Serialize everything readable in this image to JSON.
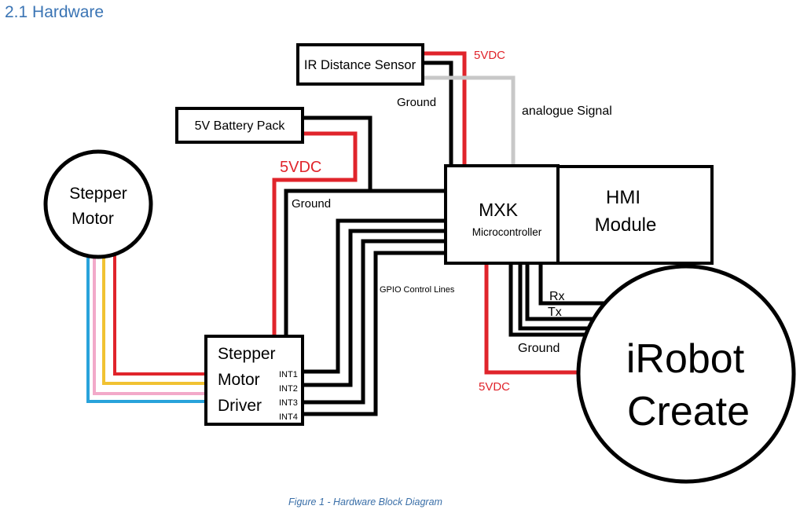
{
  "heading": "2.1 Hardware",
  "caption": "Figure 1 - Hardware Block Diagram",
  "diagram": {
    "ir_sensor": "IR Distance Sensor",
    "battery": "5V Battery Pack",
    "stepper_motor": [
      "Stepper",
      "Motor"
    ],
    "driver": [
      "Stepper",
      "Motor",
      "Driver"
    ],
    "driver_pins": [
      "INT1",
      "INT2",
      "INT3",
      "INT4"
    ],
    "mxk": "MXK",
    "mxk_sub": "Microcontroller",
    "hmi": [
      "HMI",
      "Module"
    ],
    "irobot": [
      "iRobot",
      "Create"
    ],
    "labels": {
      "vdc_top": "5VDC",
      "ground_top": "Ground",
      "analogue": "analogue Signal",
      "vdc_battery": "5VDC",
      "ground_driver": "Ground",
      "gpio": "GPIO Control Lines",
      "rx": "Rx",
      "tx": "Tx",
      "ground_robot": "Ground",
      "vdc_robot": "5VDC"
    },
    "colors": {
      "power": "#e0242b",
      "ground": "#000000",
      "signal": "#c8c8c8",
      "heading": "#3a74b4",
      "wire_blue": "#29a3db",
      "wire_pink": "#f2a9c9",
      "wire_yellow": "#f1c232",
      "wire_red": "#e0242b"
    }
  }
}
